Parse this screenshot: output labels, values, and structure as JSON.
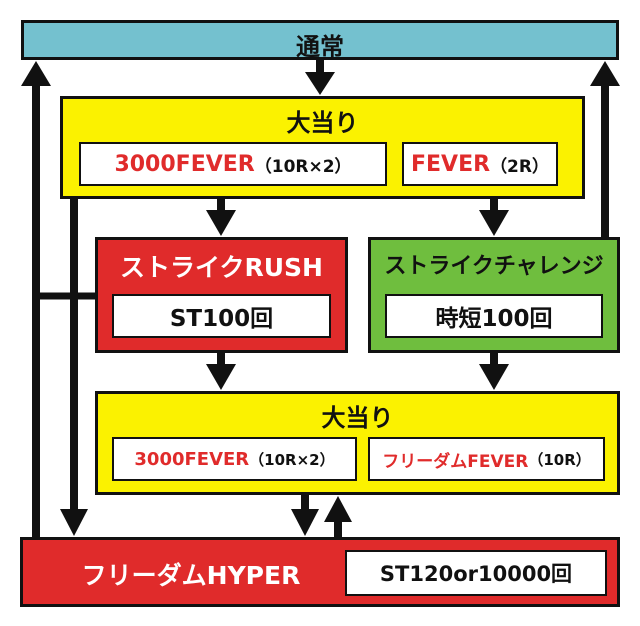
{
  "colors": {
    "normal": "#74c1cf",
    "jackpot": "#fbf200",
    "rush": "#e02b2b",
    "challenge": "#6fbe3e",
    "text_red": "#e02b2b"
  },
  "normal": {
    "label": "通常"
  },
  "jackpot1": {
    "title": "大当り",
    "left_main": "3000FEVER",
    "left_sub": "（10R×2）",
    "right_main": "FEVER",
    "right_sub": "（2R）"
  },
  "strike_rush": {
    "title": "ストライクRUSH",
    "detail": "ST100回"
  },
  "strike_challenge": {
    "title": "ストライクチャレンジ",
    "detail": "時短100回"
  },
  "jackpot2": {
    "title": "大当り",
    "left_main": "3000FEVER",
    "left_sub": "（10R×2）",
    "right_main": "フリーダムFEVER",
    "right_sub": "（10R）"
  },
  "freedom_hyper": {
    "title": "フリーダムHYPER",
    "detail": "ST120or10000回"
  }
}
